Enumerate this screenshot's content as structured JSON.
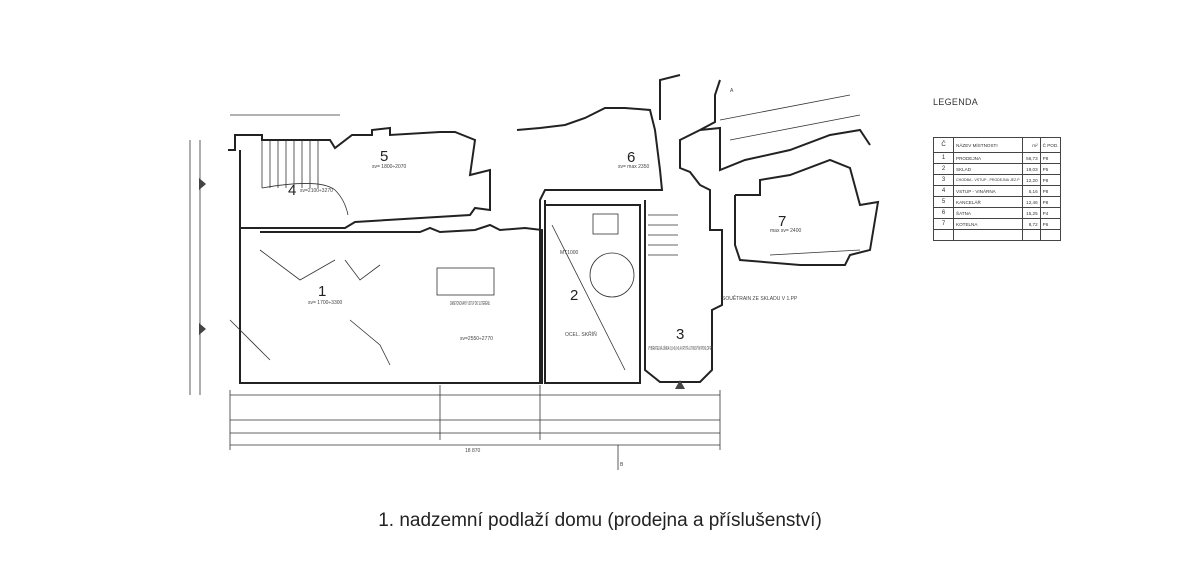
{
  "plan": {
    "rooms": [
      {
        "number": "1",
        "note": "sv= 1700÷3300"
      },
      {
        "number": "2",
        "note": "MT1000"
      },
      {
        "number": "3",
        "note": "VYBÍRATELNÁ JÍMKA 0,6×0,6×0,4 KRYTÁ LITINOVÝM POKLOPEM"
      },
      {
        "number": "4",
        "note": "sv=2100÷3270"
      },
      {
        "number": "5",
        "note": "sv= 1800÷2070"
      },
      {
        "number": "6",
        "note": "sv= max 2350"
      },
      {
        "number": "7",
        "note": "max sv= 2400"
      }
    ],
    "annotations": {
      "basement_entry": "ZABETONOVANÝ VSTUP DO SUTERÉNU",
      "basement_height": "sv=2550÷2770",
      "steel_cabinet": "OCEL. SKŘÍŇ",
      "total_width": "18 870",
      "section_b": "B",
      "section_a": "A",
      "storage_note": "SOUĚTRAIN ZE SKLADU V 1.PP"
    }
  },
  "legend": {
    "title": "LEGENDA",
    "headers": [
      "Č",
      "NÁZEV MÍSTNOSTI",
      "m²",
      "Č POD."
    ],
    "rows": [
      [
        "1",
        "PRODEJNA",
        "56,73",
        "P8"
      ],
      [
        "2",
        "SKLAD",
        "19,03",
        "P5"
      ],
      [
        "3",
        "CHODBA - VSTUP - PRODEJNA JEZ.P",
        "12,20",
        "P8"
      ],
      [
        "4",
        "VSTUP - VINÁRNA",
        "5,16",
        "P8"
      ],
      [
        "5",
        "KANCELÁŘ",
        "12,46",
        "P8"
      ],
      [
        "6",
        "ŠATNA",
        "15,25",
        "P4"
      ],
      [
        "7",
        "KOTELNA",
        "8,72",
        "P6"
      ]
    ]
  },
  "caption": "1. nadzemní podlaží domu (prodejna a příslušenství)"
}
